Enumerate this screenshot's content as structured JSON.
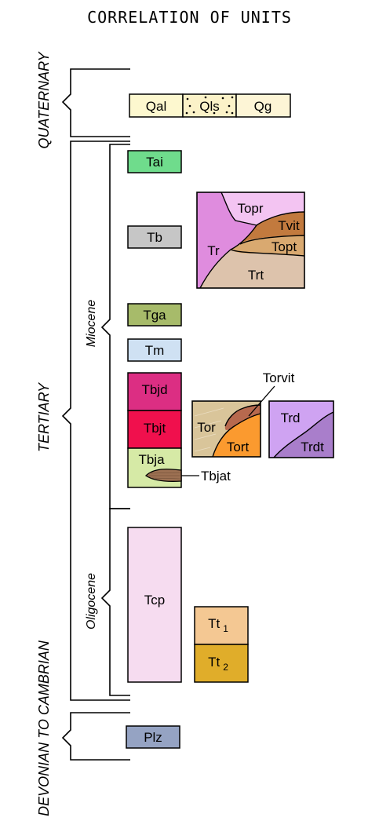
{
  "title": "CORRELATION OF UNITS",
  "eras": {
    "quaternary": "QUATERNARY",
    "tertiary": "TERTIARY",
    "devonian_to_cambrian": "DEVONIAN TO CAMBRIAN"
  },
  "epochs": {
    "miocene": "Miocene",
    "oligocene": "Oligocene"
  },
  "units": {
    "qal": "Qal",
    "qls": "Qls",
    "qg": "Qg",
    "tai": "Tai",
    "tb": "Tb",
    "tga": "Tga",
    "tm": "Tm",
    "tbjd": "Tbjd",
    "tbjt": "Tbjt",
    "tbja": "Tbja",
    "tbjat": "Tbjat",
    "topr": "Topr",
    "tvit": "Tvit",
    "topt": "Topt",
    "tr": "Tr",
    "trt": "Trt",
    "tor": "Tor",
    "tort": "Tort",
    "torvit": "Torvit",
    "trd": "Trd",
    "trdt": "Trdt",
    "tcp": "Tcp",
    "tt1": "Tt",
    "tt1_sub": "1",
    "tt2": "Tt",
    "tt2_sub": "2",
    "plz": "Plz"
  },
  "colors": {
    "qal": "#fdf8cf",
    "qls": "#fbf2c8",
    "qg": "#fdf5d6",
    "tai": "#6fdc8c",
    "tb": "#c6c6c6",
    "tga": "#a7bb6a",
    "tm": "#cfe1f3",
    "tbjd": "#dc2e83",
    "tbjt": "#f0104d",
    "tbja": "#d6eaa6",
    "tbjat": "#9c7052",
    "topr": "#f3c4f2",
    "tvit": "#c27a3e",
    "topt": "#d9a970",
    "tr": "#df8cde",
    "trt": "#ddc3ac",
    "tor": "#d9c59a",
    "tort": "#fb9a2f",
    "torvit": "#b7694e",
    "trd": "#cfa3f2",
    "trdt": "#a97ecb",
    "tcp": "#f6dcf0",
    "tt1": "#f4c893",
    "tt2": "#e0ad2a",
    "plz": "#95a3c3"
  }
}
